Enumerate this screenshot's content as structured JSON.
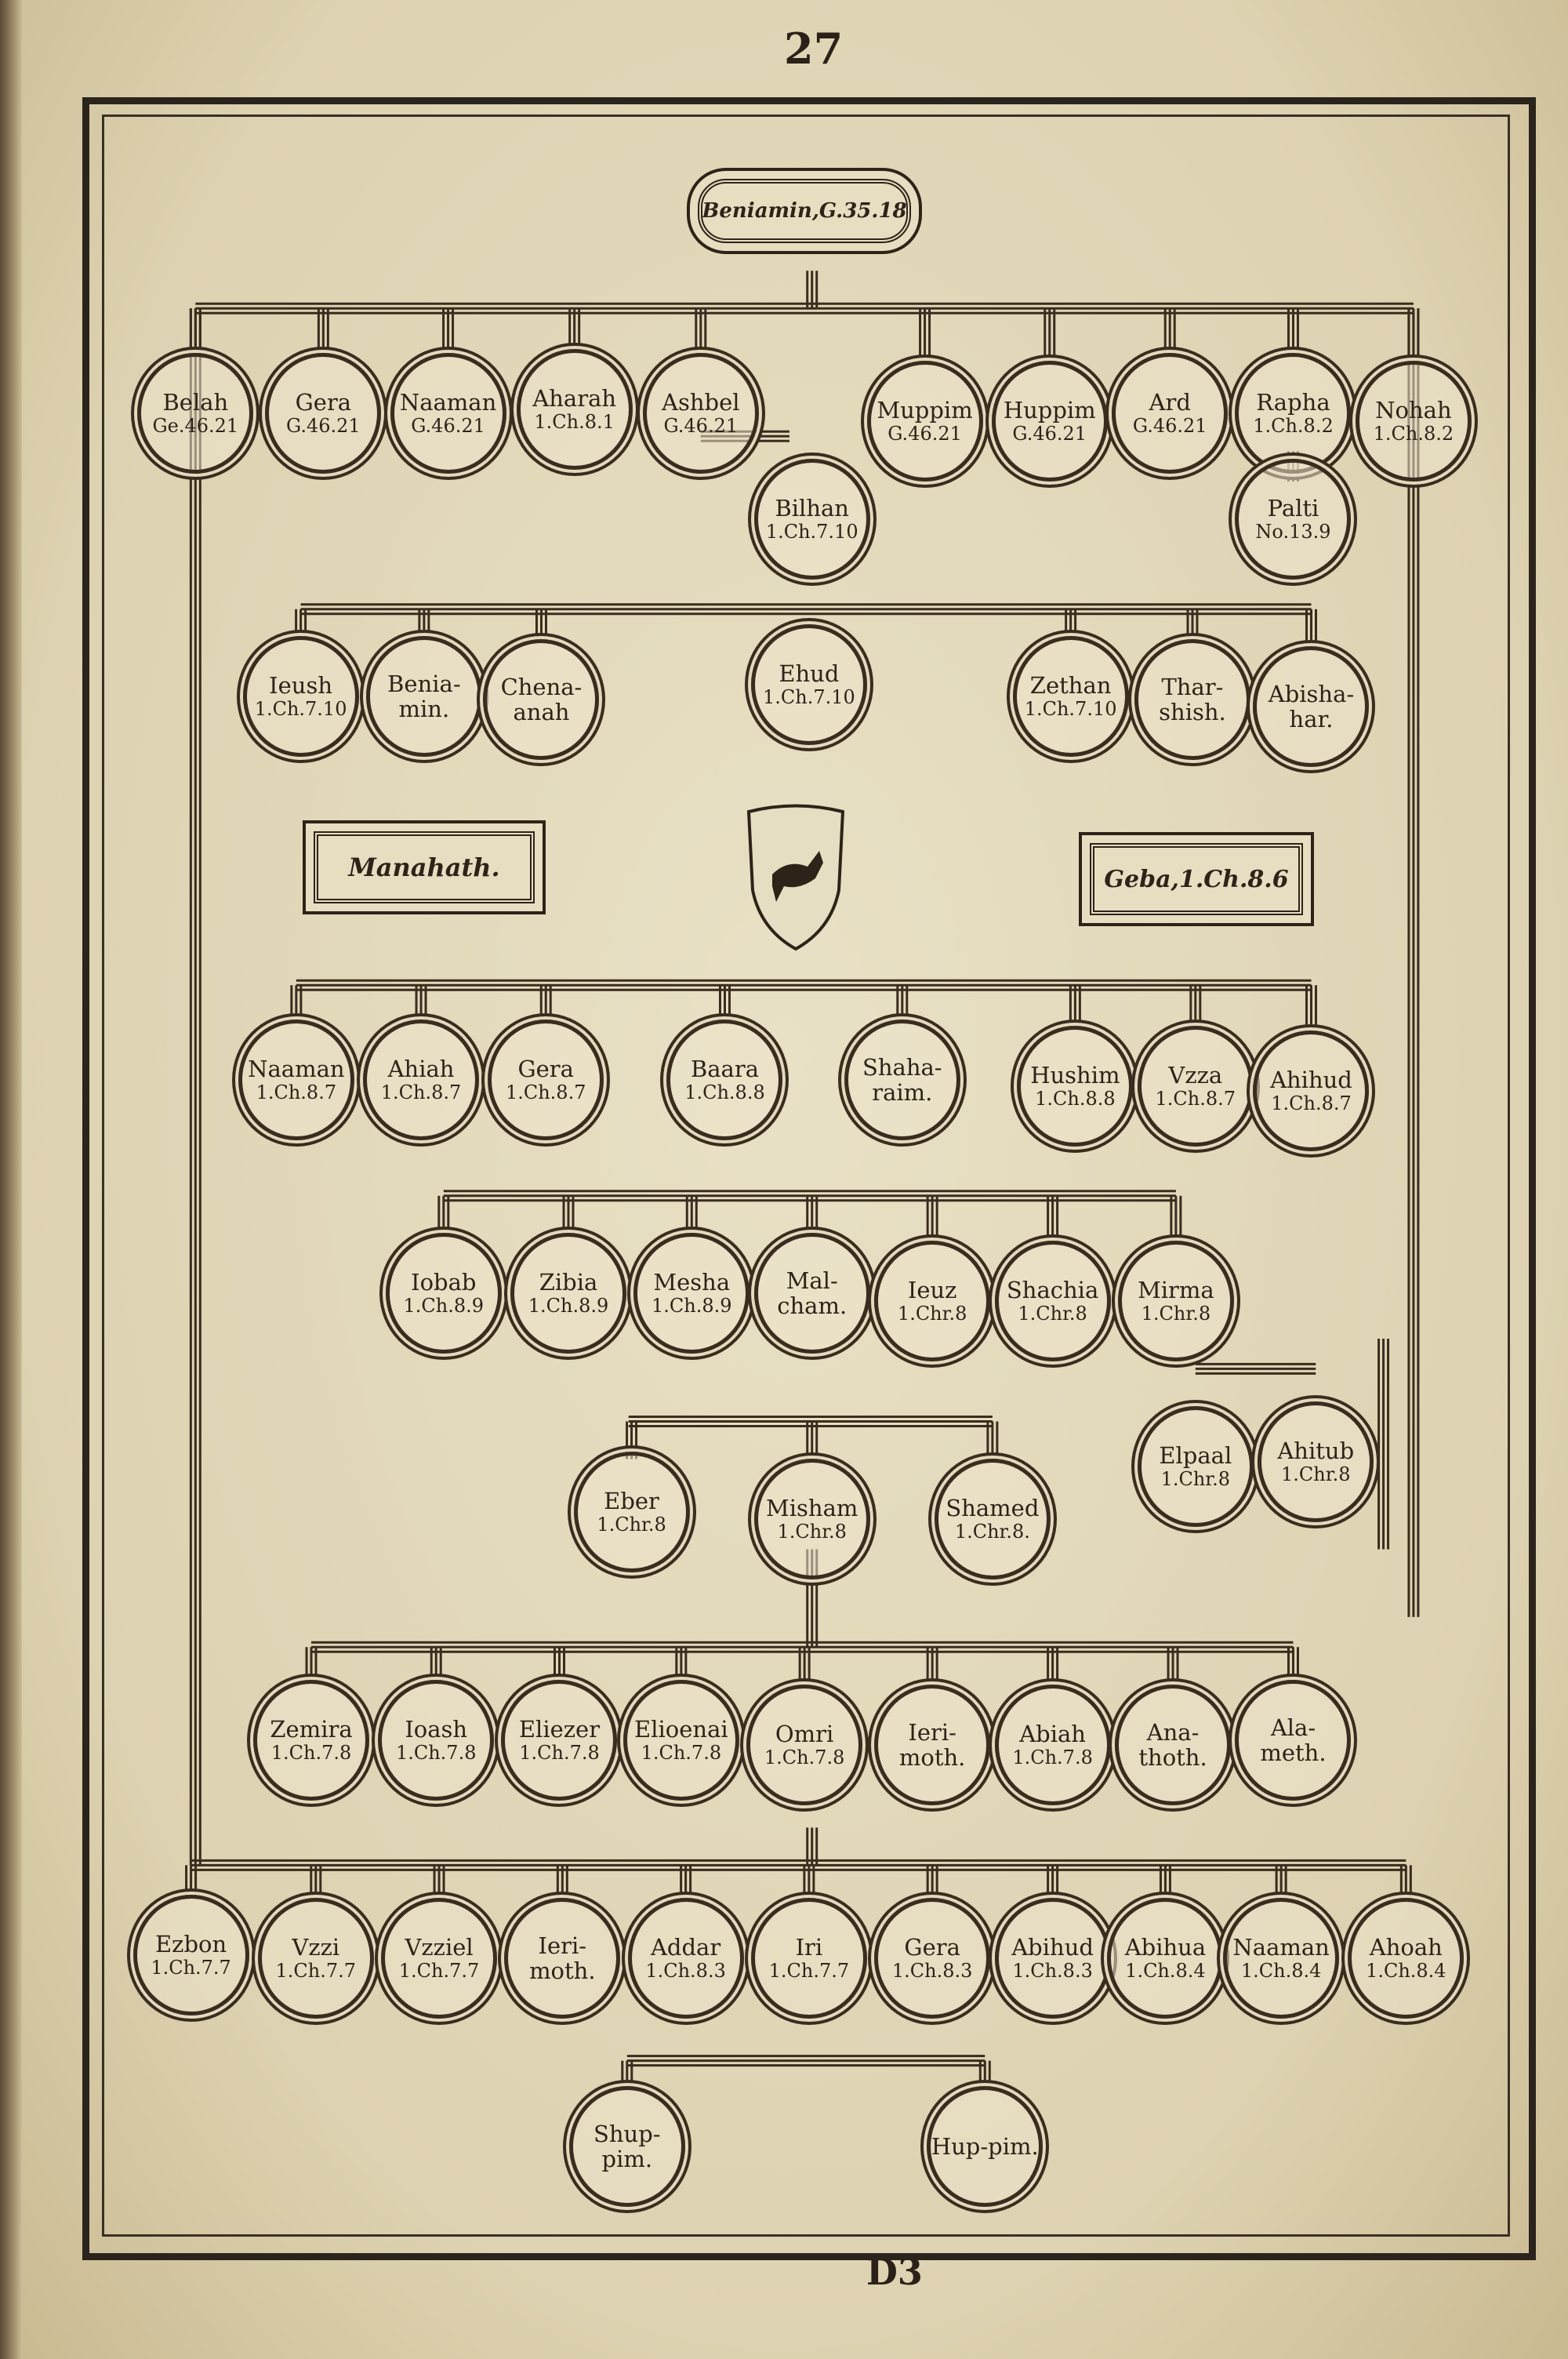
{
  "page_number": "27",
  "signature": "D3",
  "title_cartouche": "Beniamin,G.35.18",
  "cartouches": {
    "manahath": "Manahath.",
    "geba": "Geba,1.Ch.8.6"
  },
  "ink_color": "#2e2318",
  "paper_color": "#e6dec3",
  "rows": {
    "row1": [
      {
        "name": "Belah",
        "ref": "Ge.46.21"
      },
      {
        "name": "Gera",
        "ref": "G.46.21"
      },
      {
        "name": "Naaman",
        "ref": "G.46.21"
      },
      {
        "name": "Aharah",
        "ref": "1.Ch.8.1"
      },
      {
        "name": "Ashbel",
        "ref": "G.46.21"
      },
      {
        "name": "Muppim",
        "ref": "G.46.21"
      },
      {
        "name": "Huppim",
        "ref": "G.46.21"
      },
      {
        "name": "Ard",
        "ref": "G.46.21"
      },
      {
        "name": "Rapha",
        "ref": "1.Ch.8.2"
      },
      {
        "name": "Nohah",
        "ref": "1.Ch.8.2"
      },
      {
        "name": "Bilhan",
        "ref": "1.Ch.7.10"
      },
      {
        "name": "Palti",
        "ref": "No.13.9"
      }
    ],
    "row2": [
      {
        "name": "Ieush",
        "ref": "1.Ch.7.10"
      },
      {
        "name": "Benia-min.",
        "ref": ""
      },
      {
        "name": "Chena-anah",
        "ref": ""
      },
      {
        "name": "Ehud",
        "ref": "1.Ch.7.10"
      },
      {
        "name": "Zethan",
        "ref": "1.Ch.7.10"
      },
      {
        "name": "Thar-shish.",
        "ref": ""
      },
      {
        "name": "Abisha-har.",
        "ref": ""
      }
    ],
    "row3": [
      {
        "name": "Naaman",
        "ref": "1.Ch.8.7"
      },
      {
        "name": "Ahiah",
        "ref": "1.Ch.8.7"
      },
      {
        "name": "Gera",
        "ref": "1.Ch.8.7"
      },
      {
        "name": "Baara",
        "ref": "1.Ch.8.8"
      },
      {
        "name": "Shaha-raim.",
        "ref": ""
      },
      {
        "name": "Hushim",
        "ref": "1.Ch.8.8"
      },
      {
        "name": "Vzza",
        "ref": "1.Ch.8.7"
      },
      {
        "name": "Ahihud",
        "ref": "1.Ch.8.7"
      }
    ],
    "row4": [
      {
        "name": "Iobab",
        "ref": "1.Ch.8.9"
      },
      {
        "name": "Zibia",
        "ref": "1.Ch.8.9"
      },
      {
        "name": "Mesha",
        "ref": "1.Ch.8.9"
      },
      {
        "name": "Mal-cham.",
        "ref": ""
      },
      {
        "name": "Ieuz",
        "ref": "1.Chr.8"
      },
      {
        "name": "Shachia",
        "ref": "1.Chr.8"
      },
      {
        "name": "Mirma",
        "ref": "1.Chr.8"
      }
    ],
    "row5": [
      {
        "name": "Elpaal",
        "ref": "1.Chr.8"
      },
      {
        "name": "Ahitub",
        "ref": "1.Chr.8"
      },
      {
        "name": "Eber",
        "ref": "1.Chr.8"
      },
      {
        "name": "Misham",
        "ref": "1.Chr.8"
      },
      {
        "name": "Shamed",
        "ref": "1.Chr.8."
      }
    ],
    "row6": [
      {
        "name": "Zemira",
        "ref": "1.Ch.7.8"
      },
      {
        "name": "Ioash",
        "ref": "1.Ch.7.8"
      },
      {
        "name": "Eliezer",
        "ref": "1.Ch.7.8"
      },
      {
        "name": "Elioenai",
        "ref": "1.Ch.7.8"
      },
      {
        "name": "Omri",
        "ref": "1.Ch.7.8"
      },
      {
        "name": "Ieri-moth.",
        "ref": ""
      },
      {
        "name": "Abiah",
        "ref": "1.Ch.7.8"
      },
      {
        "name": "Ana-thoth.",
        "ref": ""
      },
      {
        "name": "Ala-meth.",
        "ref": ""
      }
    ],
    "row7": [
      {
        "name": "Ezbon",
        "ref": "1.Ch.7.7"
      },
      {
        "name": "Vzzi",
        "ref": "1.Ch.7.7"
      },
      {
        "name": "Vzziel",
        "ref": "1.Ch.7.7"
      },
      {
        "name": "Ieri-moth.",
        "ref": ""
      },
      {
        "name": "Addar",
        "ref": "1.Ch.8.3"
      },
      {
        "name": "Iri",
        "ref": "1.Ch.7.7"
      },
      {
        "name": "Gera",
        "ref": "1.Ch.8.3"
      },
      {
        "name": "Abihud",
        "ref": "1.Ch.8.3"
      },
      {
        "name": "Abihua",
        "ref": "1.Ch.8.4"
      },
      {
        "name": "Naaman",
        "ref": "1.Ch.8.4"
      },
      {
        "name": "Ahoah",
        "ref": "1.Ch.8.4"
      }
    ],
    "row8": [
      {
        "name": "Shup-pim.",
        "ref": ""
      },
      {
        "name": "Hup-pim.",
        "ref": ""
      }
    ]
  }
}
